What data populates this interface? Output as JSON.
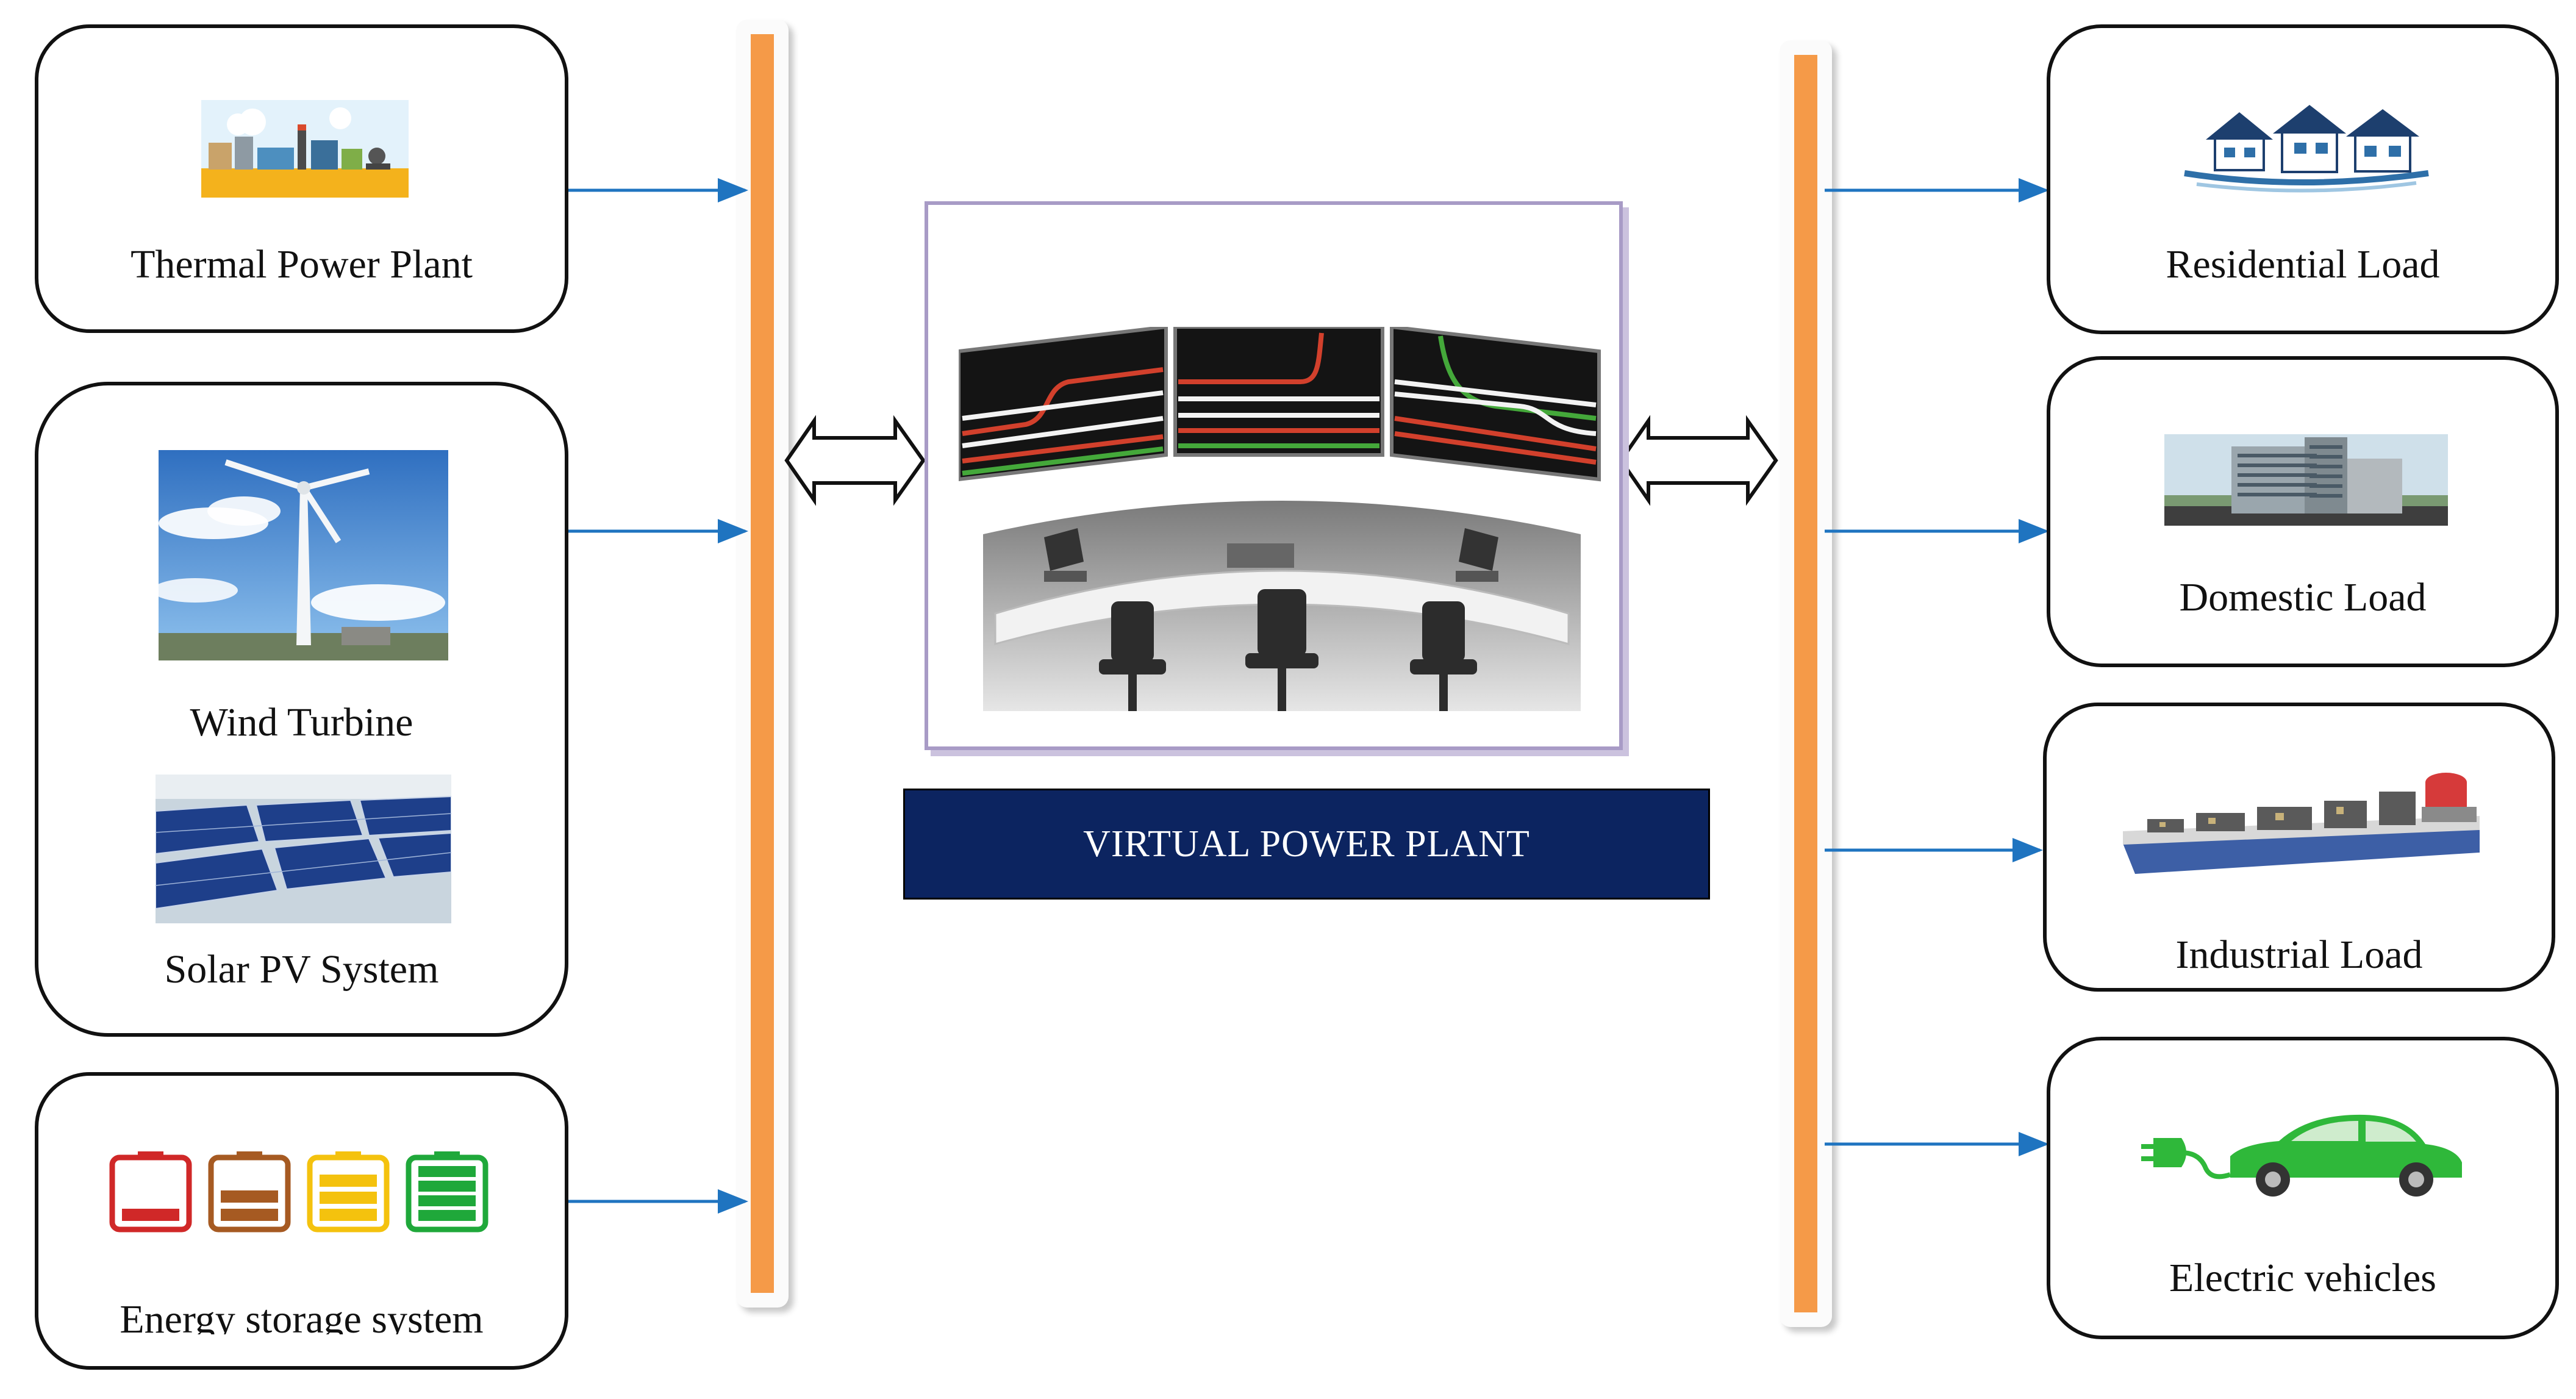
{
  "colors": {
    "bus": "#f59a48",
    "arrow": "#1f74c0",
    "banner": "#0c2460",
    "battery_red": "#d02828",
    "battery_brown": "#a65a22",
    "battery_yellow": "#f4c20e",
    "battery_green": "#1fa83a",
    "ev_green": "#2fb83a"
  },
  "sources": {
    "thermal": {
      "label": "Thermal Power Plant",
      "icon": "power-plant-icon"
    },
    "wind": {
      "label": "Wind Turbine",
      "icon": "wind-turbine-icon"
    },
    "solar": {
      "label": "Solar PV System",
      "icon": "solar-panel-icon"
    },
    "storage": {
      "label": "Energy storage system",
      "icon": "battery-icon"
    }
  },
  "center": {
    "title": "VIRTUAL POWER PLANT",
    "icon": "control-room-icon"
  },
  "loads": {
    "residential": {
      "label": "Residential Load",
      "icon": "houses-icon"
    },
    "domestic": {
      "label": "Domestic Load",
      "icon": "building-icon"
    },
    "industrial": {
      "label": "Industrial Load",
      "icon": "factory-icon"
    },
    "ev": {
      "label": "Electric vehicles",
      "icon": "electric-car-icon"
    }
  }
}
